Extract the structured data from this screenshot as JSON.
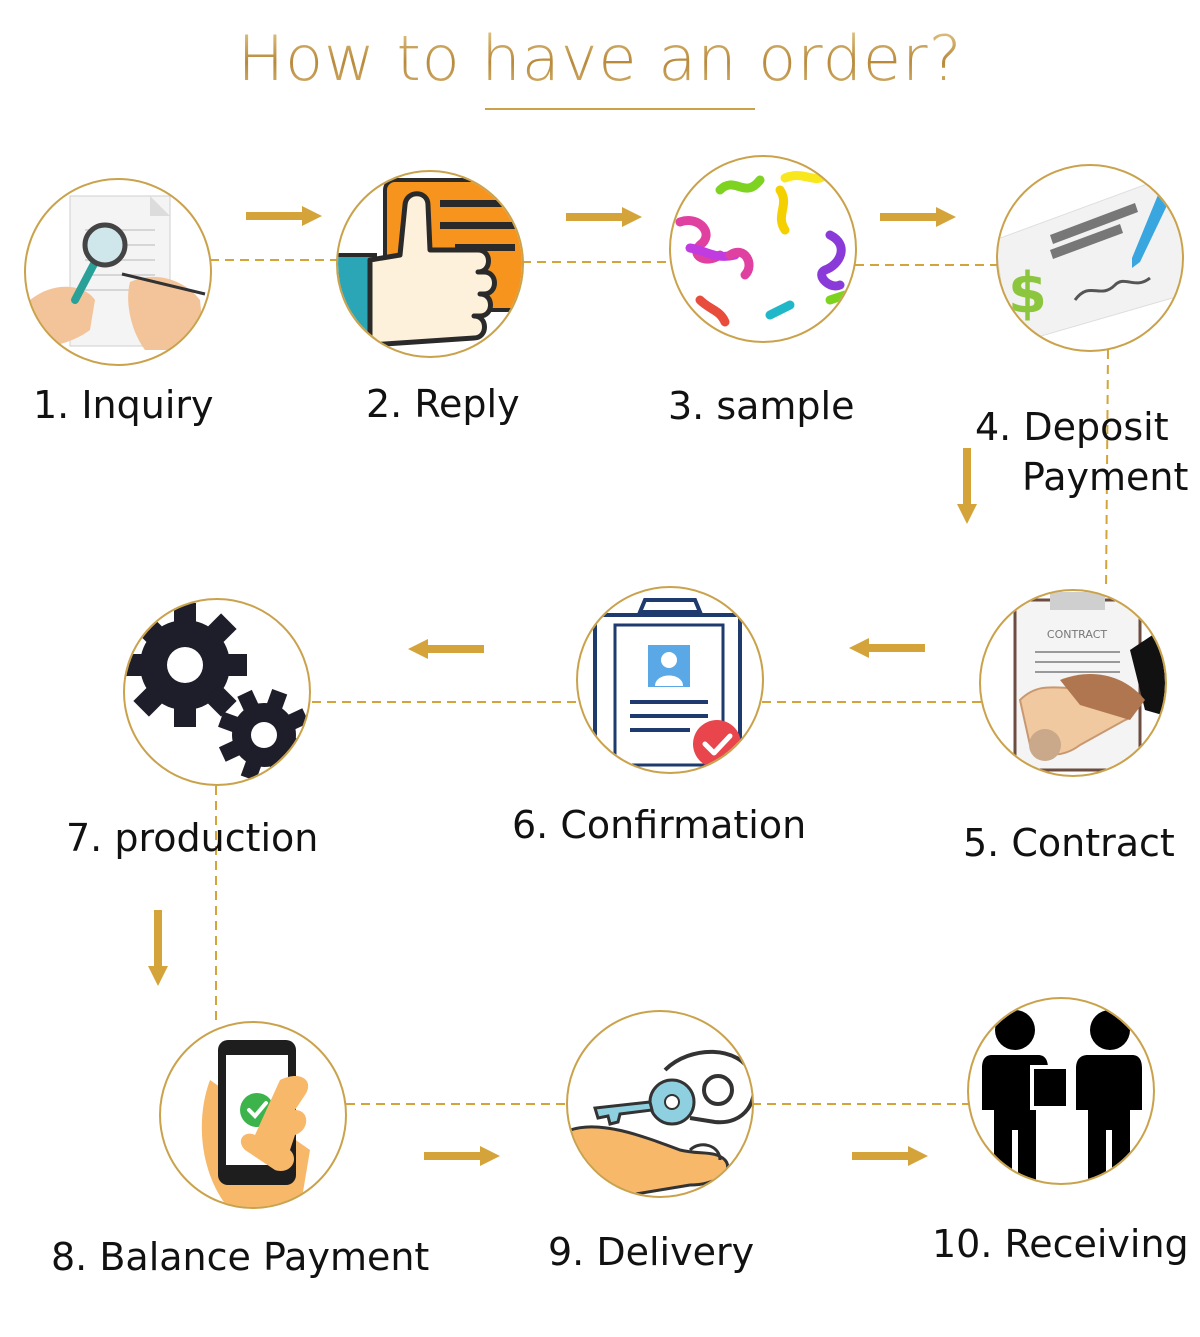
{
  "title": "How to have an order?",
  "colors": {
    "accent": "#d4a43a",
    "circle_border": "#caa24c",
    "text": "#111111",
    "icon_dark": "#1e1e2a"
  },
  "steps": [
    {
      "label": "1. Inquiry",
      "icon": "magnifier-document-icon"
    },
    {
      "label": "2. Reply",
      "icon": "thumbs-up-icon"
    },
    {
      "label": "3.  sample",
      "icon": "confetti-icon"
    },
    {
      "label_line1": "4. Deposit",
      "label_line2": "Payment",
      "icon": "check-signing-icon"
    },
    {
      "label": "5. Contract",
      "icon": "handshake-contract-icon",
      "icon_text": "CONTRACT"
    },
    {
      "label": "6.  Confirmation",
      "icon": "clipboard-approved-icon"
    },
    {
      "label": "7.  production",
      "icon": "gears-icon"
    },
    {
      "label": "8.  Balance Payment",
      "icon": "phone-payment-icon"
    },
    {
      "label": "9.  Delivery",
      "icon": "key-in-hand-icon"
    },
    {
      "label": "10. Receiving",
      "icon": "package-handover-icon"
    }
  ]
}
